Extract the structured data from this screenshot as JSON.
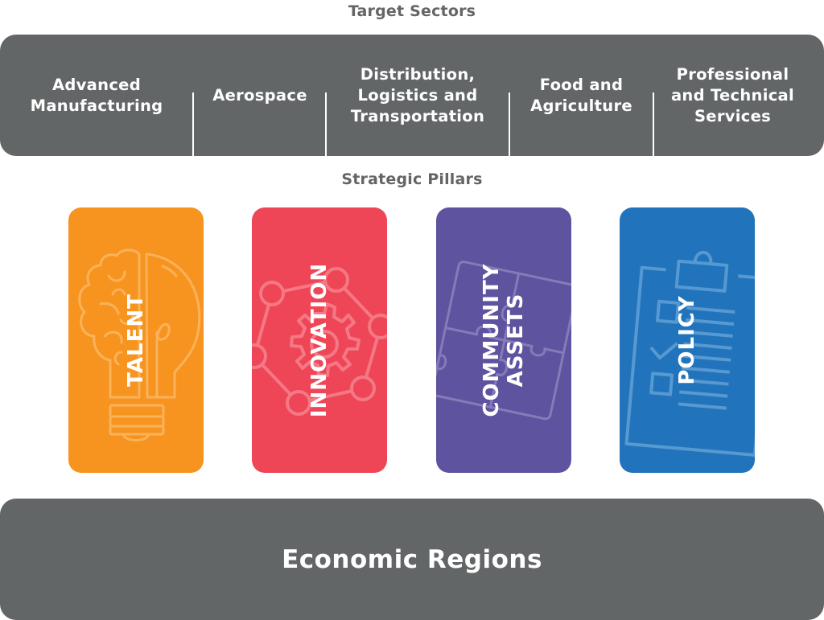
{
  "target_sectors": {
    "heading": "Target Sectors",
    "items": [
      {
        "label": "Advanced\nManufacturing"
      },
      {
        "label": "Aerospace"
      },
      {
        "label": "Distribution,\nLogistics and\nTransportation"
      },
      {
        "label": "Food and\nAgriculture"
      },
      {
        "label": "Professional\nand Technical\nServices"
      }
    ]
  },
  "strategic_pillars": {
    "heading": "Strategic Pillars",
    "items": [
      {
        "label": "TALENT",
        "icon": "lightbulb-brain-icon",
        "color": "#F7941F"
      },
      {
        "label": "INNOVATION",
        "icon": "gear-network-icon",
        "color": "#EF4657"
      },
      {
        "label": "COMMUNITY\nASSETS",
        "icon": "puzzle-pieces-icon",
        "color": "#5E539F"
      },
      {
        "label": "POLICY",
        "icon": "clipboard-checklist-icon",
        "color": "#2174BB"
      }
    ]
  },
  "foundation": {
    "label": "Economic Regions",
    "color": "#636667"
  }
}
